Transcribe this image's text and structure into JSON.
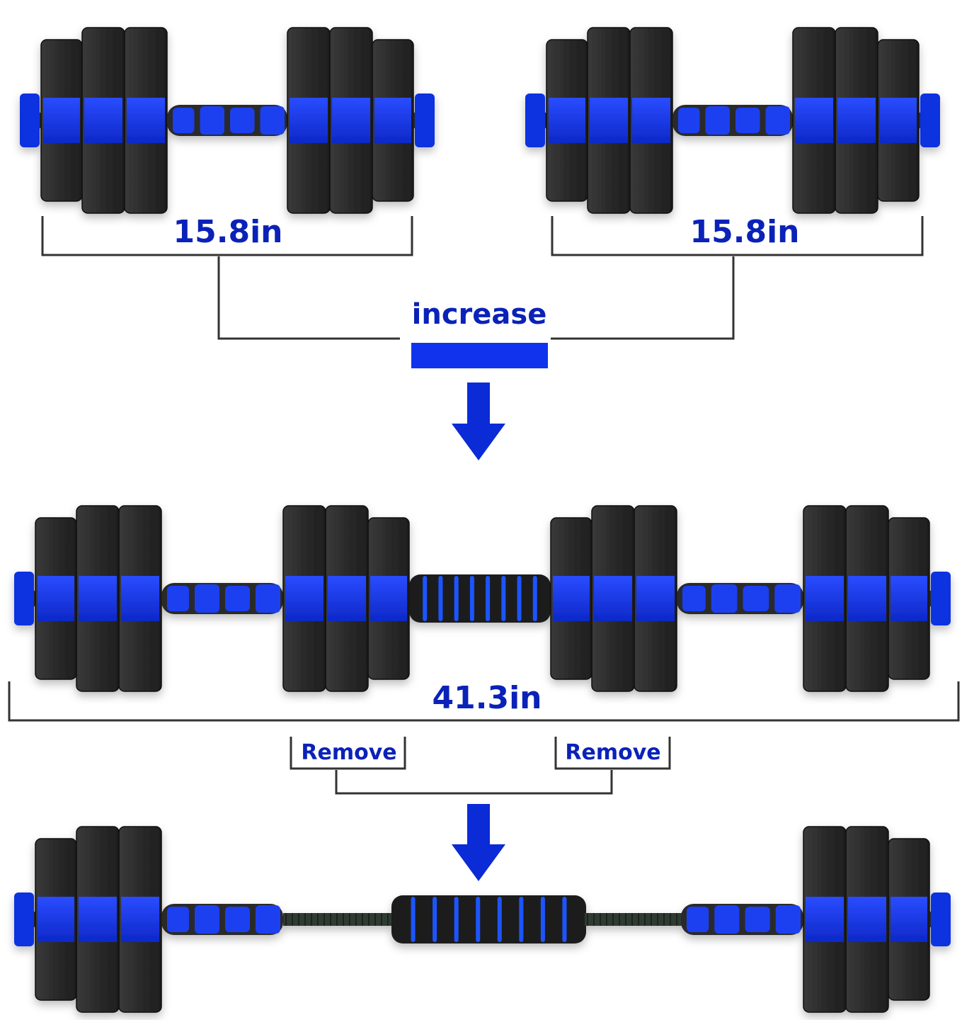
{
  "labels": {
    "left_length": "15.8in",
    "right_length": "15.8in",
    "increase": "increase",
    "combined_length": "41.3in",
    "remove_left": "Remove",
    "remove_right": "Remove"
  },
  "colors": {
    "accent_blue": "#1030e0",
    "label_blue": "#0a22b8",
    "plate_black": "#2b2b2b",
    "line_dark": "#333333",
    "background": "#ffffff"
  },
  "icons": [
    "down-arrow-icon",
    "down-arrow-icon"
  ]
}
